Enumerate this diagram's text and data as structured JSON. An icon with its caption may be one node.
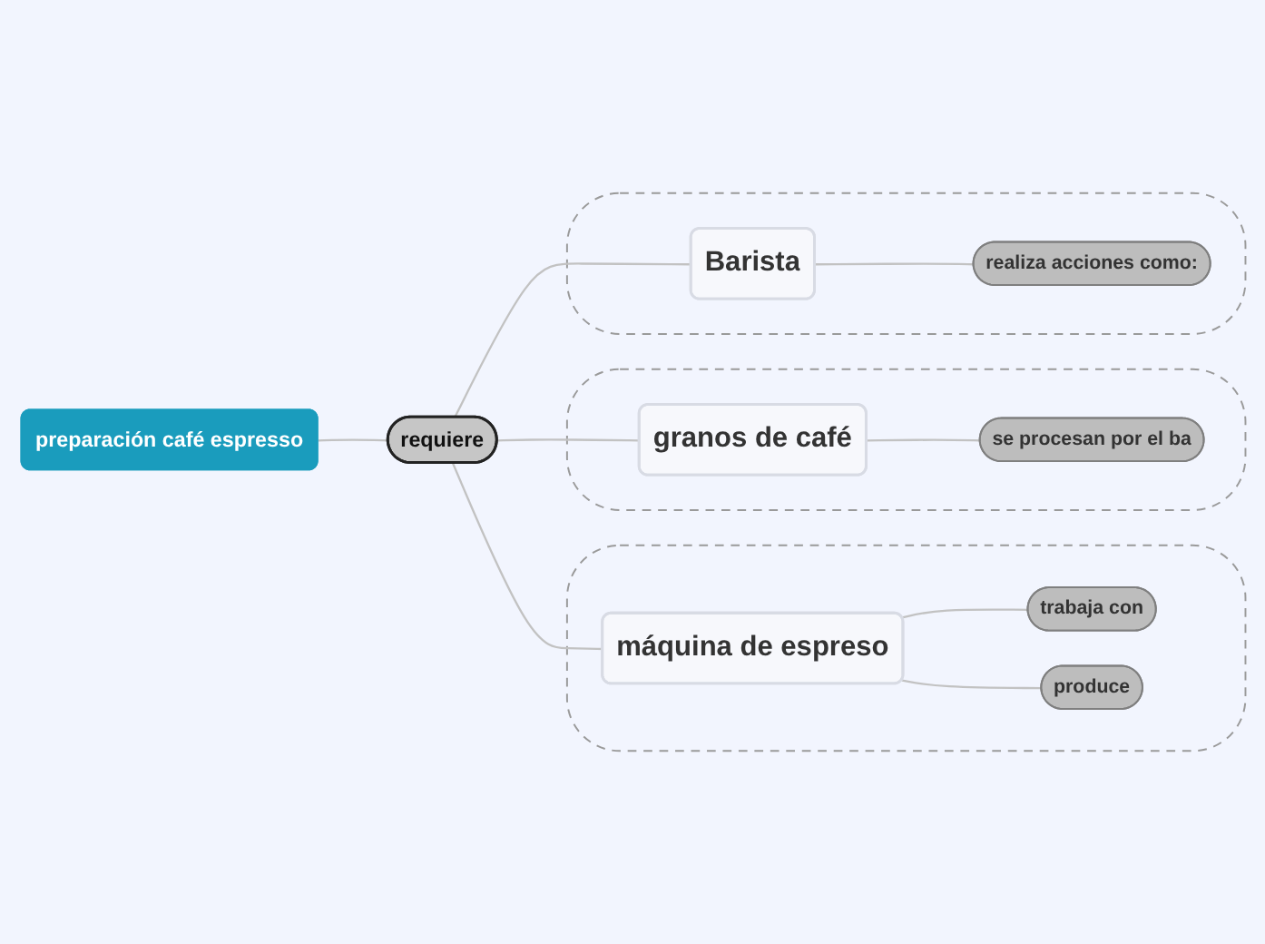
{
  "diagram": {
    "nodes": [
      {
        "text": [
          "preparación café espresso"
        ]
      },
      {
        "text": [
          "requiere"
        ]
      },
      {
        "text": [],
        "shape": "box"
      },
      {
        "text": [
          "Barista"
        ],
        "in": 2
      },
      {
        "text": [
          "realiza acciones como:"
        ],
        "in": 2
      },
      {
        "text": [],
        "shape": "box"
      },
      {
        "text": [
          "granos de café"
        ],
        "in": 5
      },
      {
        "text": [
          "se procesan por el ba"
        ],
        "in": 5
      },
      {
        "text": [],
        "shape": "box"
      },
      {
        "text": [
          "máquina de espreso"
        ],
        "in": 8
      },
      {
        "text": [
          "trabaja con"
        ],
        "in": 8
      },
      {
        "text": [
          "produce"
        ],
        "in": 8
      }
    ],
    "edges": [
      {
        "from": 0,
        "to": 1,
        "arrow": "none"
      },
      {
        "from": 1,
        "to": 3,
        "arrow": "none"
      },
      {
        "from": 1,
        "to": 6,
        "arrow": "none"
      },
      {
        "from": 1,
        "to": 9,
        "arrow": "none"
      },
      {
        "from": 3,
        "to": 4,
        "arrow": "none"
      },
      {
        "from": 6,
        "to": 7,
        "arrow": "none"
      },
      {
        "from": 9,
        "to": 10,
        "arrow": "none"
      },
      {
        "from": 9,
        "to": 11,
        "arrow": "none"
      }
    ]
  }
}
